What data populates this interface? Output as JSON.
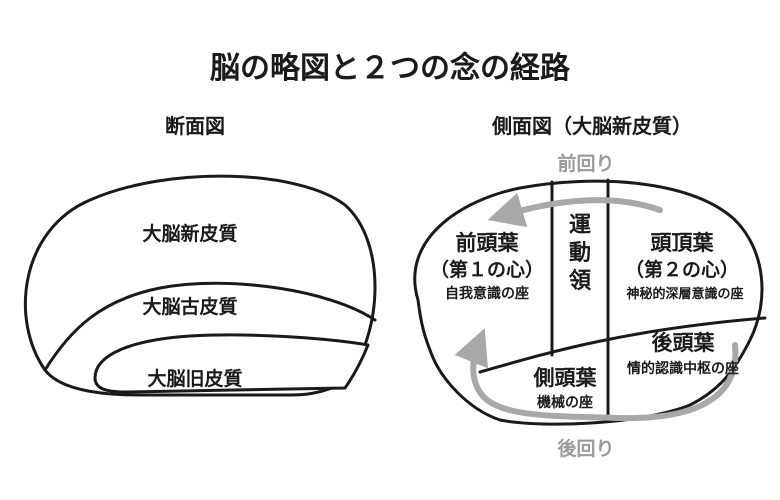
{
  "title": "脳の略図と２つの念の経路",
  "cross_section": {
    "heading": "断面図",
    "layers": {
      "neocortex": "大脳新皮質",
      "paleocortex": "大脳古皮質",
      "archicortex": "大脳旧皮質"
    }
  },
  "side_view": {
    "heading": "側面図（大脳新皮質）",
    "frontal": {
      "name": "前頭葉",
      "subtitle": "（第１の心）",
      "description": "自我意識の座"
    },
    "motor": {
      "name": "運動領"
    },
    "parietal": {
      "name": "頭頂葉",
      "subtitle": "（第２の心）",
      "description": "神秘的深層意識の座"
    },
    "occipital": {
      "name": "後頭葉",
      "description": "情的認識中枢の座"
    },
    "temporal": {
      "name": "側頭葉",
      "description": "機械の座"
    },
    "front_route": "前回り",
    "back_route": "後回り"
  },
  "colors": {
    "ink": "#1a1a1a",
    "arrow": "#a8a8a8",
    "route_label": "#9a9a9a"
  }
}
